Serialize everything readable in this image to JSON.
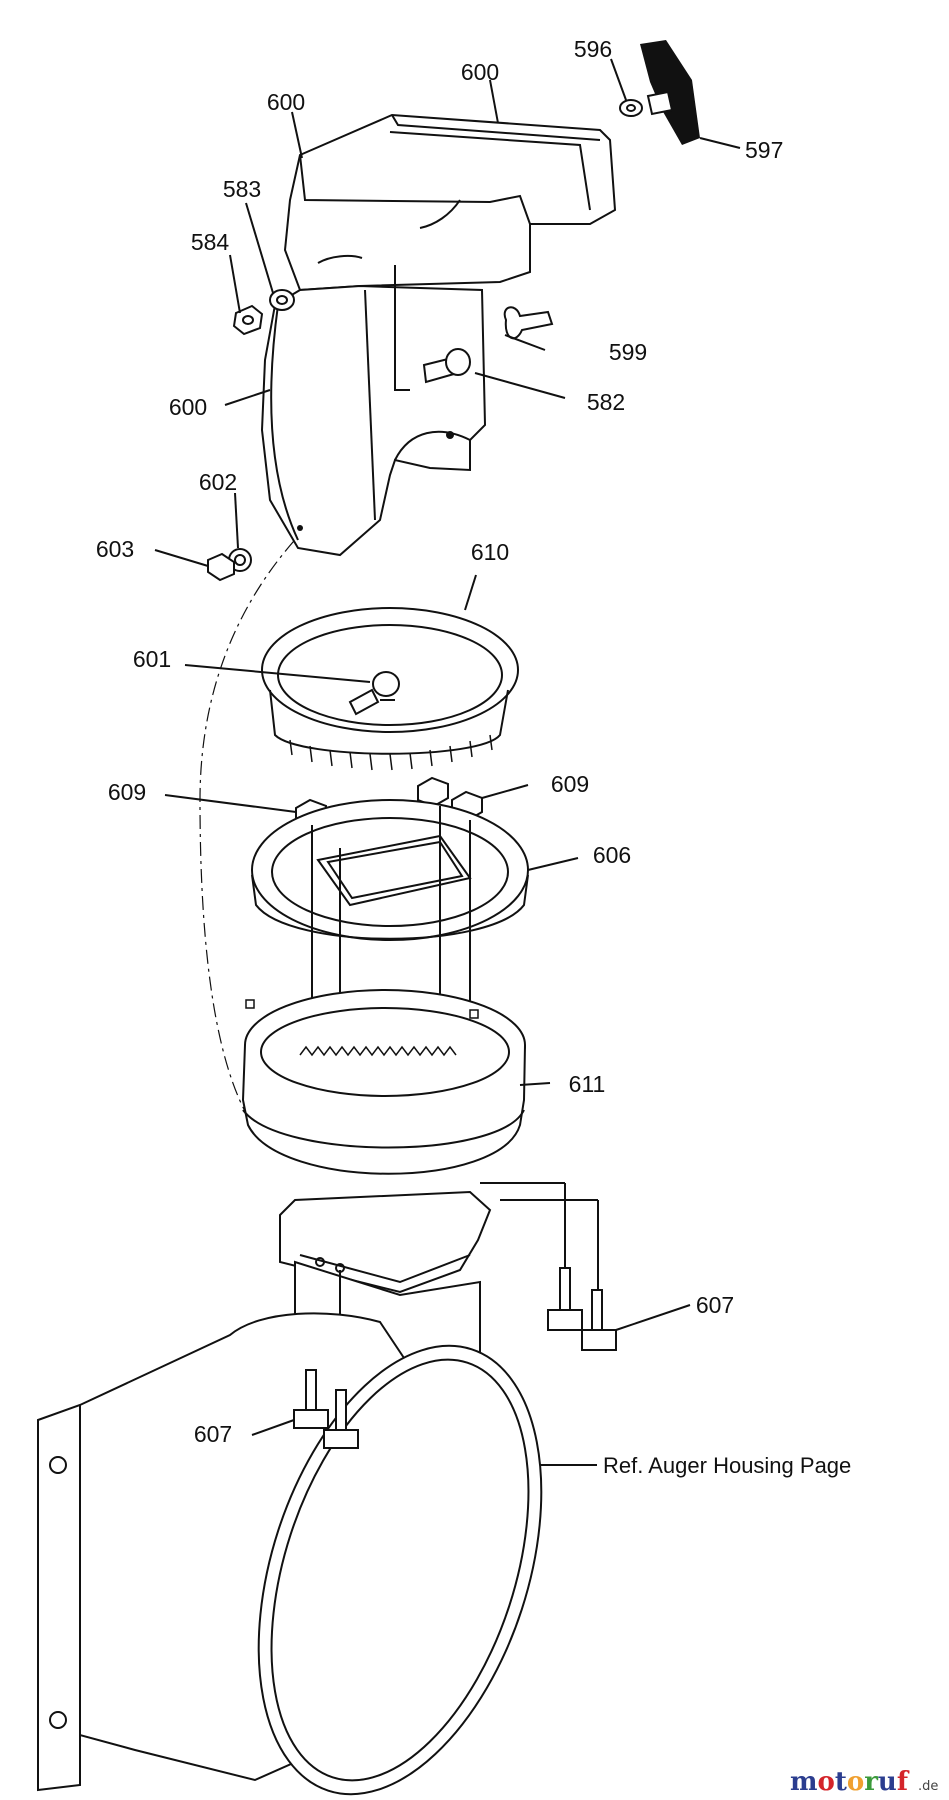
{
  "diagram": {
    "labels": {
      "l596": "596",
      "l600a": "600",
      "l600b": "600",
      "l597": "597",
      "l583": "583",
      "l584": "584",
      "l599": "599",
      "l582": "582",
      "l600c": "600",
      "l602": "602",
      "l603": "603",
      "l610": "610",
      "l601": "601",
      "l609a": "609",
      "l609b": "609",
      "l606": "606",
      "l611": "611",
      "l607a": "607",
      "l607b": "607"
    },
    "reference_note": "Ref. Auger Housing Page"
  },
  "watermark": {
    "letters": [
      "m",
      "o",
      "t",
      "o",
      "r",
      "u",
      "f"
    ],
    "letter_colors": [
      "#2b3d8f",
      "#d4242a",
      "#2b3d8f",
      "#f0a030",
      "#3a9a3a",
      "#2b3d8f",
      "#d4242a"
    ],
    "suffix": ".de"
  }
}
